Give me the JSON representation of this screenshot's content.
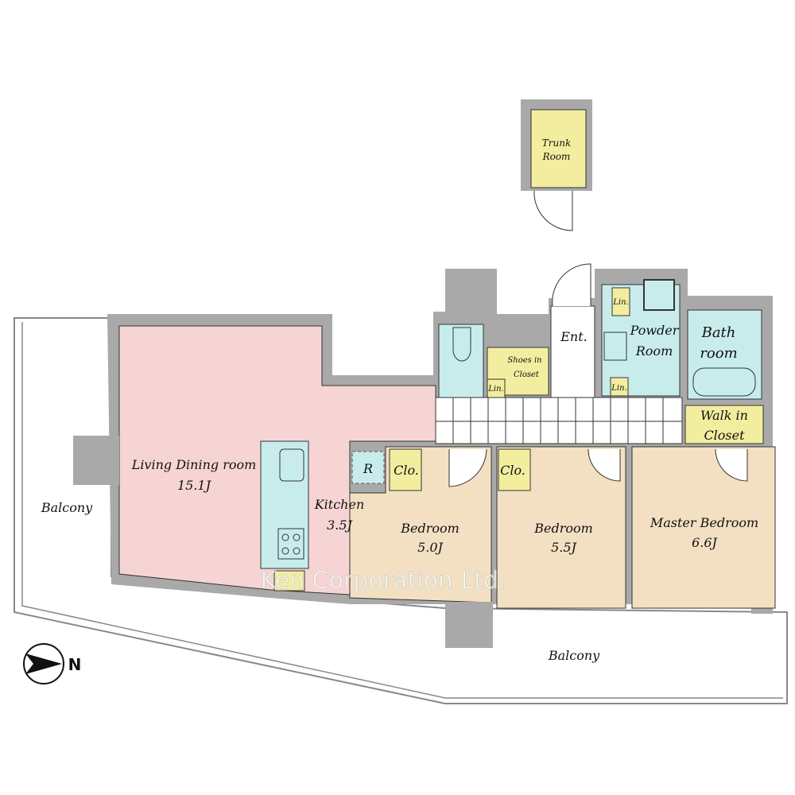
{
  "colors": {
    "living": "#f7d4d4",
    "wet": "#c8ecec",
    "closet": "#f3ee9f",
    "bedroom": "#f3e0c2",
    "wall": "#a9a9a9"
  },
  "rooms": {
    "trunk": {
      "line1": "Trunk",
      "line2": "Room"
    },
    "living": {
      "line1": "Living Dining room",
      "line2": "15.1J"
    },
    "kitchen": {
      "line1": "Kitchen",
      "line2": "3.5J"
    },
    "fridge": "R",
    "entrance": "Ent.",
    "shoes": {
      "line1": "Shoes in",
      "line2": "Closet"
    },
    "linen": "Lin.",
    "powder": {
      "line1": "Powder",
      "line2": "Room"
    },
    "bath": {
      "line1": "Bath",
      "line2": "room"
    },
    "wic": {
      "line1": "Walk in",
      "line2": "Closet"
    },
    "closet": "Clo.",
    "bedroom1": {
      "line1": "Bedroom",
      "line2": "5.0J"
    },
    "bedroom2": {
      "line1": "Bedroom",
      "line2": "5.5J"
    },
    "master": {
      "line1": "Master Bedroom",
      "line2": "6.6J"
    },
    "balcony": "Balcony"
  },
  "compass": "N",
  "watermark": "Ken Corporation Ltd."
}
